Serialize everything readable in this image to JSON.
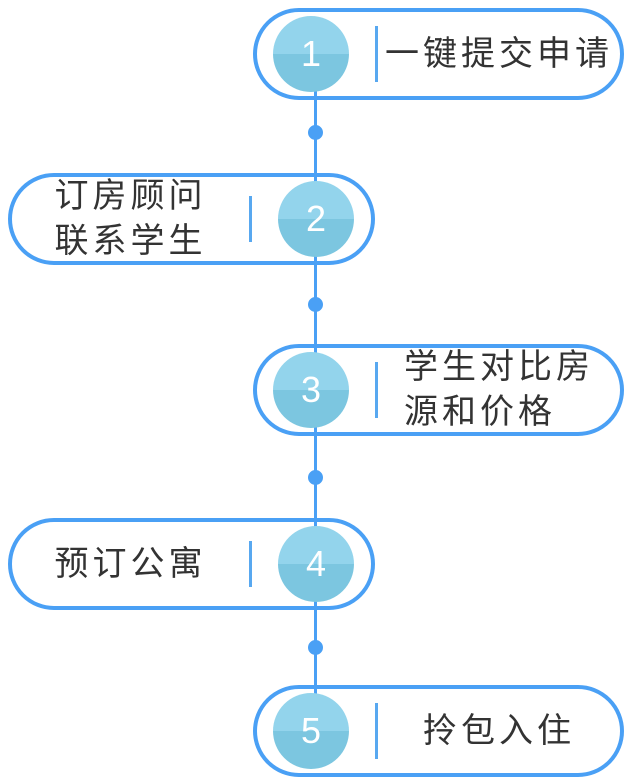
{
  "diagram": {
    "type": "vertical-process-timeline",
    "background": "#ffffff",
    "colors": {
      "pill_border": "#4aa0f5",
      "connector_line": "#4aa0f5",
      "connector_dot": "#4aa0f5",
      "divider": "#58a8f0",
      "circle_top_half": "#93d4ec",
      "circle_bottom_half": "#7cc6e0",
      "step_number_text": "#ffffff",
      "label_text": "#333333"
    },
    "steps": [
      {
        "number": "1",
        "label": "一键提交申请",
        "lines": [
          "一键提交申请"
        ],
        "circle_side": "left"
      },
      {
        "number": "2",
        "label": "订房顾问联系学生",
        "lines": [
          "订房顾问",
          "联系学生"
        ],
        "circle_side": "right"
      },
      {
        "number": "3",
        "label": "学生对比房源和价格",
        "lines": [
          "学生对比房",
          "源和价格"
        ],
        "circle_side": "left"
      },
      {
        "number": "4",
        "label": "预订公寓",
        "lines": [
          "预订公寓"
        ],
        "circle_side": "right"
      },
      {
        "number": "5",
        "label": "拎包入住",
        "lines": [
          "拎包入住"
        ],
        "circle_side": "left"
      }
    ]
  }
}
